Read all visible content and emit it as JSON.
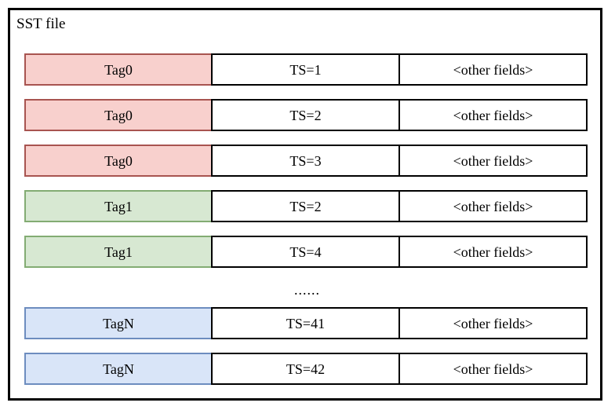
{
  "diagram": {
    "title": "SST file",
    "columns": [
      "tag",
      "timestamp",
      "other"
    ],
    "separator": "......",
    "colors": {
      "tag0_fill": "#f8d0cd",
      "tag0_border": "#a85450",
      "tag1_fill": "#d7e8d2",
      "tag1_border": "#83ac73",
      "tagN_fill": "#d9e5f8",
      "tagN_border": "#6d8dbf",
      "frame_border": "#000000",
      "background": "#ffffff"
    },
    "rows": [
      {
        "tag": "Tag0",
        "ts": "TS=1",
        "other": "<other fields>",
        "group": "red"
      },
      {
        "tag": "Tag0",
        "ts": "TS=2",
        "other": "<other fields>",
        "group": "red"
      },
      {
        "tag": "Tag0",
        "ts": "TS=3",
        "other": "<other fields>",
        "group": "red"
      },
      {
        "tag": "Tag1",
        "ts": "TS=2",
        "other": "<other fields>",
        "group": "green"
      },
      {
        "tag": "Tag1",
        "ts": "TS=4",
        "other": "<other fields>",
        "group": "green"
      },
      {
        "tag": "TagN",
        "ts": "TS=41",
        "other": "<other fields>",
        "group": "blue"
      },
      {
        "tag": "TagN",
        "ts": "TS=42",
        "other": "<other fields>",
        "group": "blue"
      }
    ]
  }
}
